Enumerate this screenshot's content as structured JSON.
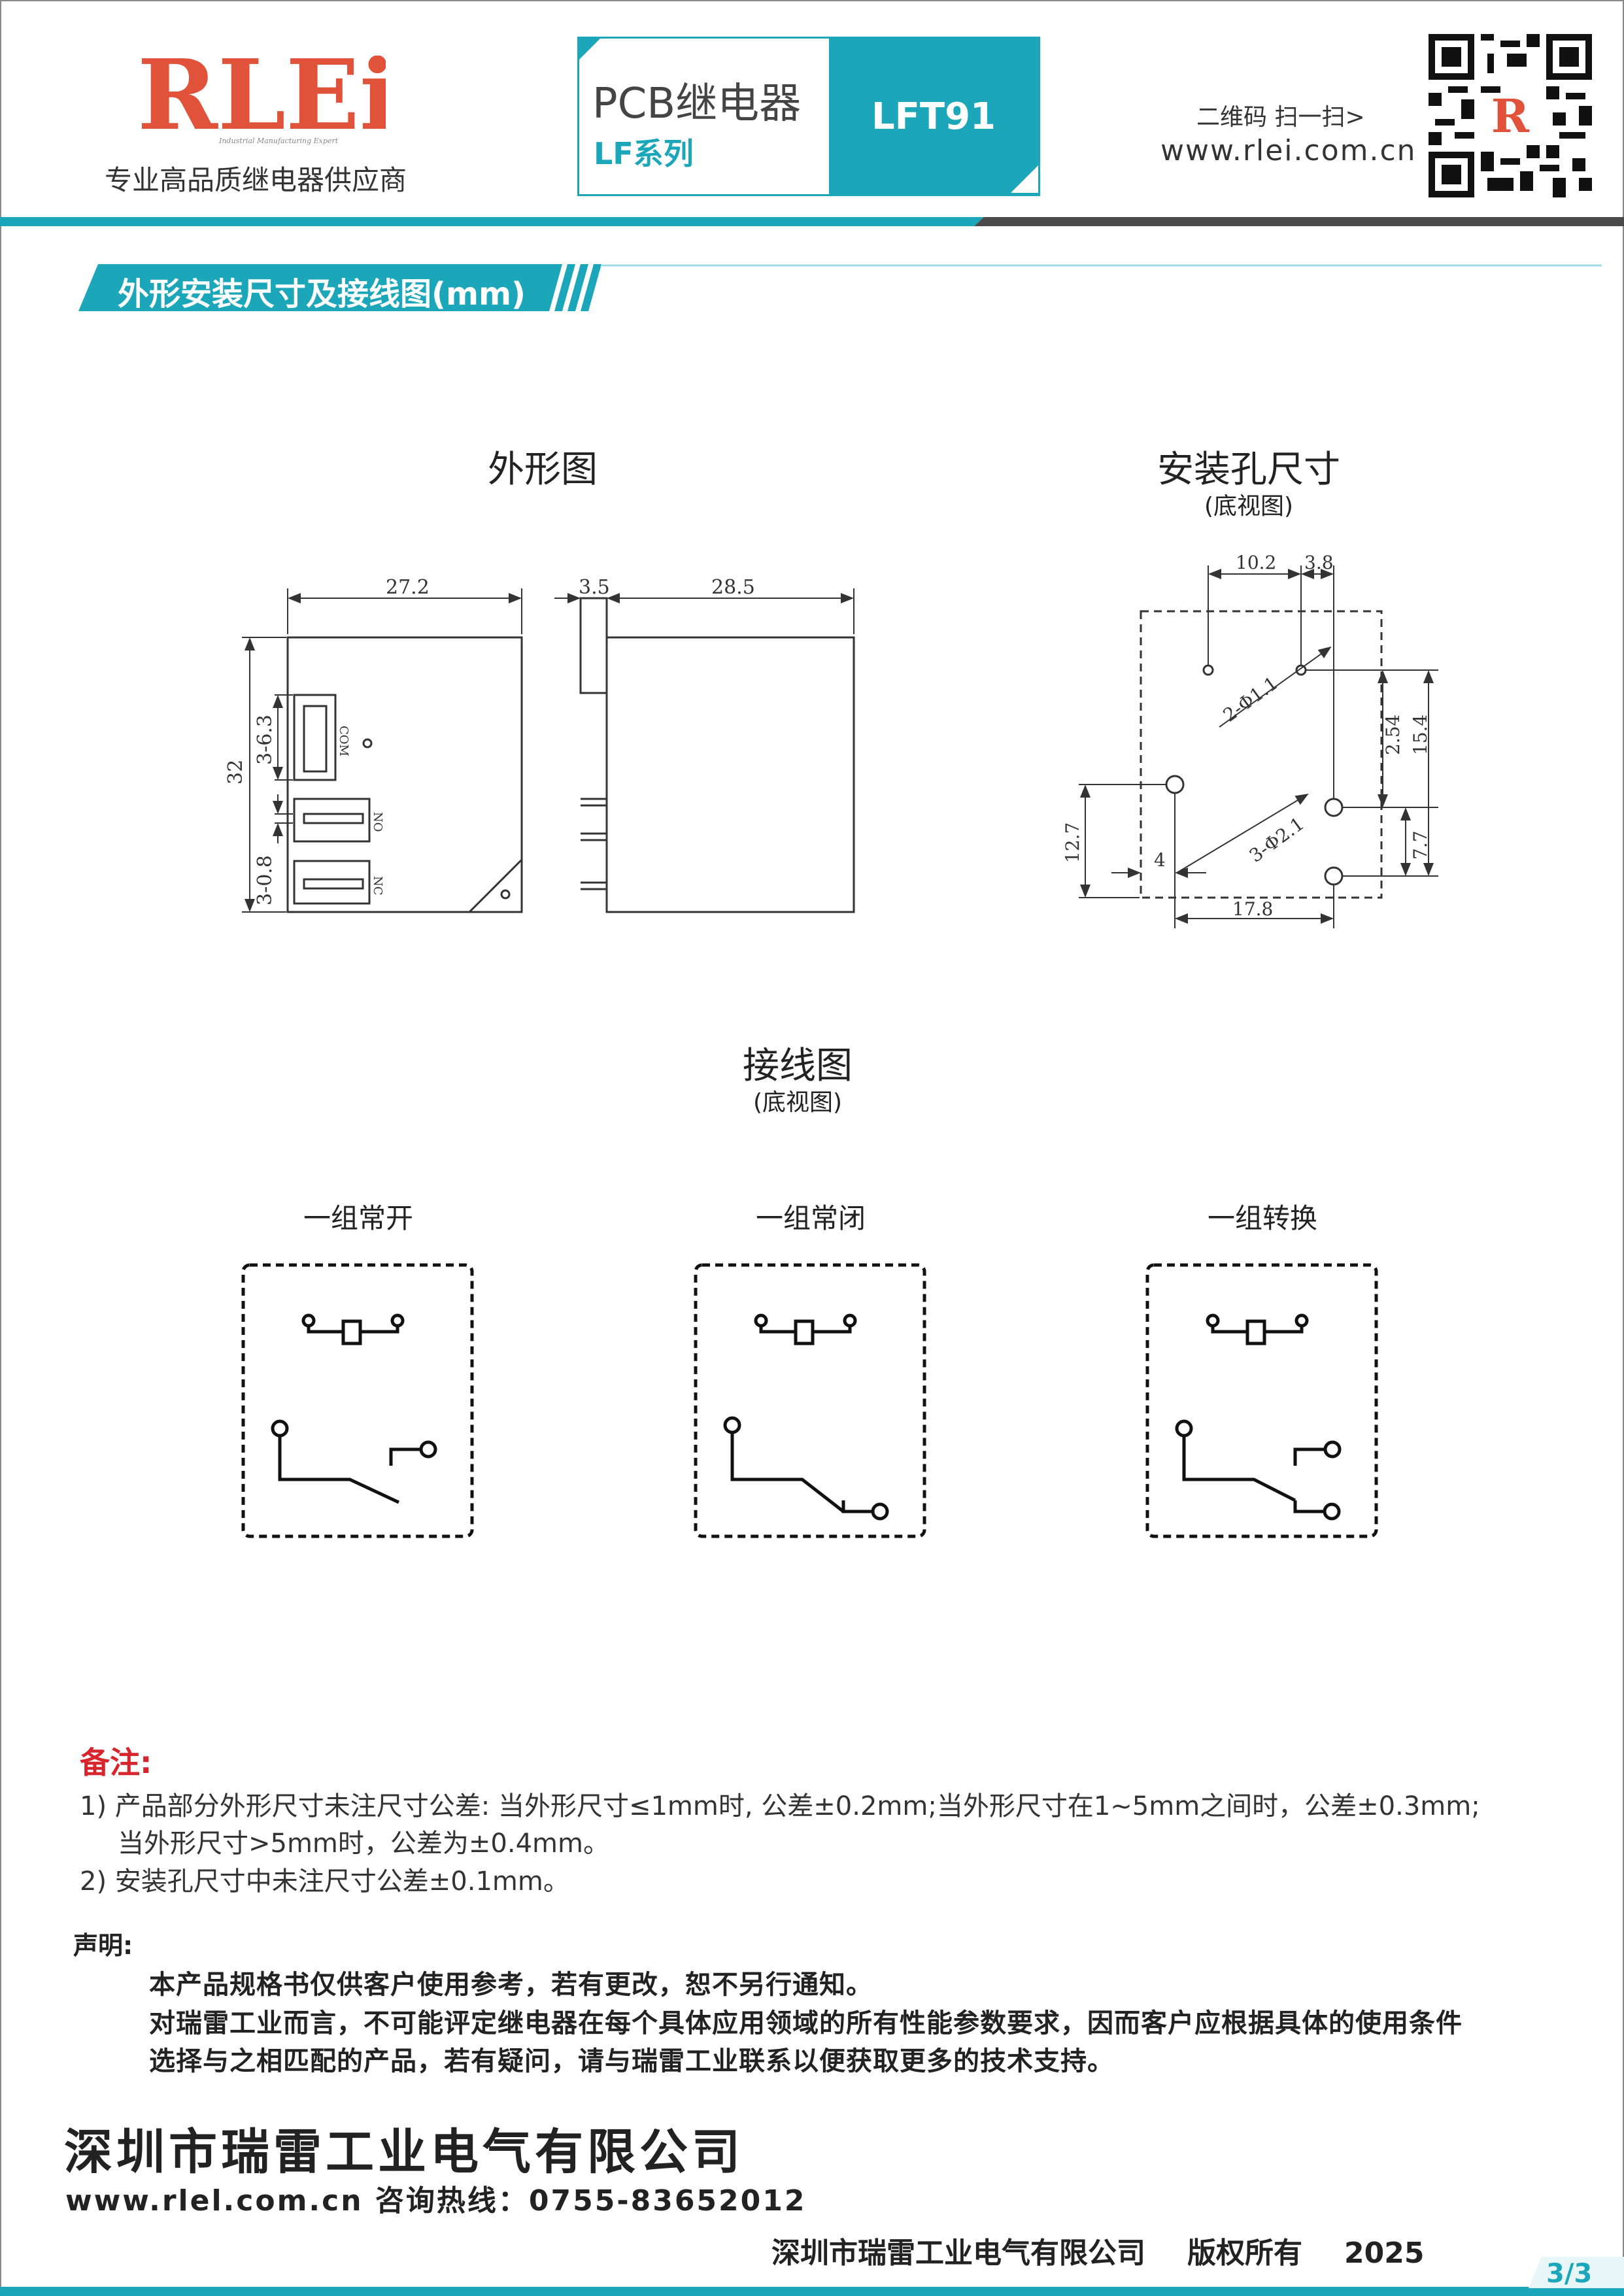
{
  "header": {
    "brand_logo": "RLEi",
    "brand_logo_small": "Industrial Manufacturing Expert",
    "tagline": "专业高品质继电器供应商",
    "product_type": "PCB继电器",
    "series": "LF系列",
    "model": "LFT91",
    "qr_note": "二维码 扫一扫>",
    "website": "www.rlei.com.cn"
  },
  "section_title": "外形安装尺寸及接线图(mm)",
  "figures": {
    "outline": {
      "title": "外形图",
      "dims": {
        "width": "27.2",
        "pin_depth": "3.5",
        "depth": "28.5",
        "height": "32",
        "pin_a": "3-6.3",
        "pin_b": "3-0.8"
      },
      "terminals": {
        "com": "COM",
        "no": "NO",
        "nc": "NC"
      }
    },
    "mounting": {
      "title": "安装孔尺寸",
      "subtitle": "(底视图)",
      "dims": {
        "d1": "10.2",
        "d2": "3.8",
        "hole_small": "2-Φ1.1",
        "d3": "2.54",
        "d4": "15.4",
        "d5": "12.7",
        "d6": "4",
        "hole_large": "3-Φ2.1",
        "d7": "7.7",
        "d8": "17.8"
      }
    },
    "wiring": {
      "title": "接线图",
      "subtitle": "(底视图)",
      "labels": [
        "一组常开",
        "一组常闭",
        "一组转换"
      ]
    }
  },
  "notes": {
    "heading": "备注:",
    "items": [
      "1) 产品部分外形尺寸未注尺寸公差: 当外形尺寸≤1mm时, 公差±0.2mm;当外形尺寸在1~5mm之间时，公差±0.3mm;",
      "当外形尺寸>5mm时，公差为±0.4mm。",
      "2) 安装孔尺寸中未注尺寸公差±0.1mm。"
    ]
  },
  "declaration": {
    "heading": "声明:",
    "lines": [
      "本产品规格书仅供客户使用参考，若有更改，恕不另行通知。",
      "对瑞雷工业而言，不可能评定继电器在每个具体应用领域的所有性能参数要求，因而客户应根据具体的使用条件",
      "选择与之相匹配的产品，若有疑问，请与瑞雷工业联系以便获取更多的技术支持。"
    ]
  },
  "footer": {
    "company": "深圳市瑞雷工业电气有限公司",
    "contact": "www.rlel.com.cn   咨询热线：0755-83652012",
    "copyright_company": "深圳市瑞雷工业电气有限公司",
    "copyright_text": "版权所有",
    "year": "2025",
    "page": "3/3"
  },
  "colors": {
    "accent": "#1ba7b9",
    "logo_red": "#e0533a",
    "dark": "#444444",
    "note_red": "#d8242c"
  }
}
